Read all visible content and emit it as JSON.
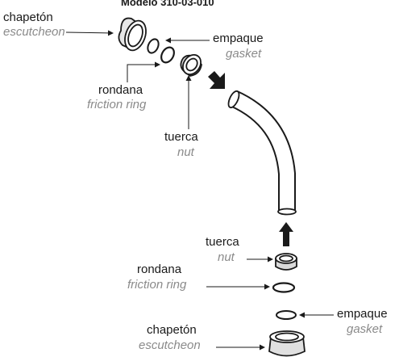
{
  "title": "Modelo 310-03-010",
  "labels": {
    "top_escutcheon": {
      "es": "chapetón",
      "en": "escutcheon"
    },
    "top_gasket": {
      "es": "empaque",
      "en": "gasket"
    },
    "top_friction_ring": {
      "es": "rondana",
      "en": "friction ring"
    },
    "top_nut": {
      "es": "tuerca",
      "en": "nut"
    },
    "bottom_nut": {
      "es": "tuerca",
      "en": "nut"
    },
    "bottom_friction_ring": {
      "es": "rondana",
      "en": "friction ring"
    },
    "bottom_gasket": {
      "es": "empaque",
      "en": "gasket"
    },
    "bottom_escutcheon": {
      "es": "chapetón",
      "en": "escutcheon"
    }
  },
  "colors": {
    "line": "#1a1a1a",
    "italic_text": "#8a8a8a"
  },
  "icons": [
    "arrow-down-right-icon",
    "arrow-up-icon"
  ]
}
